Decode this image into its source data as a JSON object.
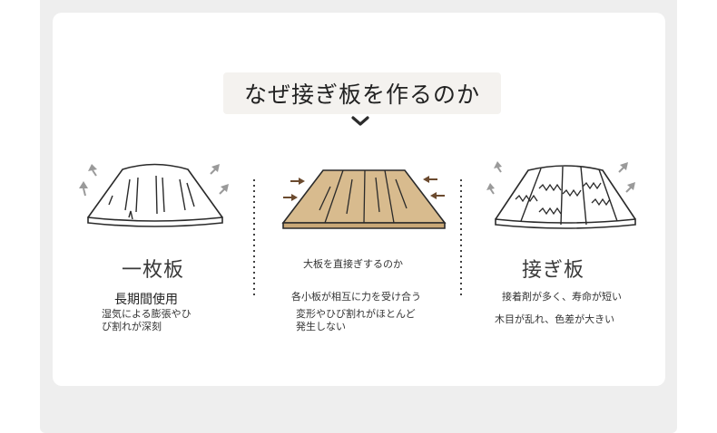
{
  "title": "なぜ接ぎ板を作るのか",
  "left": {
    "heading": "一枚板",
    "subheading": "長期間使用",
    "desc_line1": "湿気による膨張やひ",
    "desc_line2": "び割れが深刻"
  },
  "center": {
    "caption": "大板を直接ぎするのか",
    "desc_line1": "各小板が相互に力を受け合う",
    "desc_line2": "変形やひび割れがほとんど",
    "desc_line3": "発生しない"
  },
  "right": {
    "heading": "接ぎ板",
    "desc_line1": "接着剤が多く、寿命が短い",
    "desc_line2": "木目が乱れ、色差が大きい"
  },
  "colors": {
    "wood": "#d8bb8e",
    "arrow_brown": "#6b4a2e",
    "arrow_gray": "#9a9a9a",
    "outline": "#2a2a2a"
  }
}
